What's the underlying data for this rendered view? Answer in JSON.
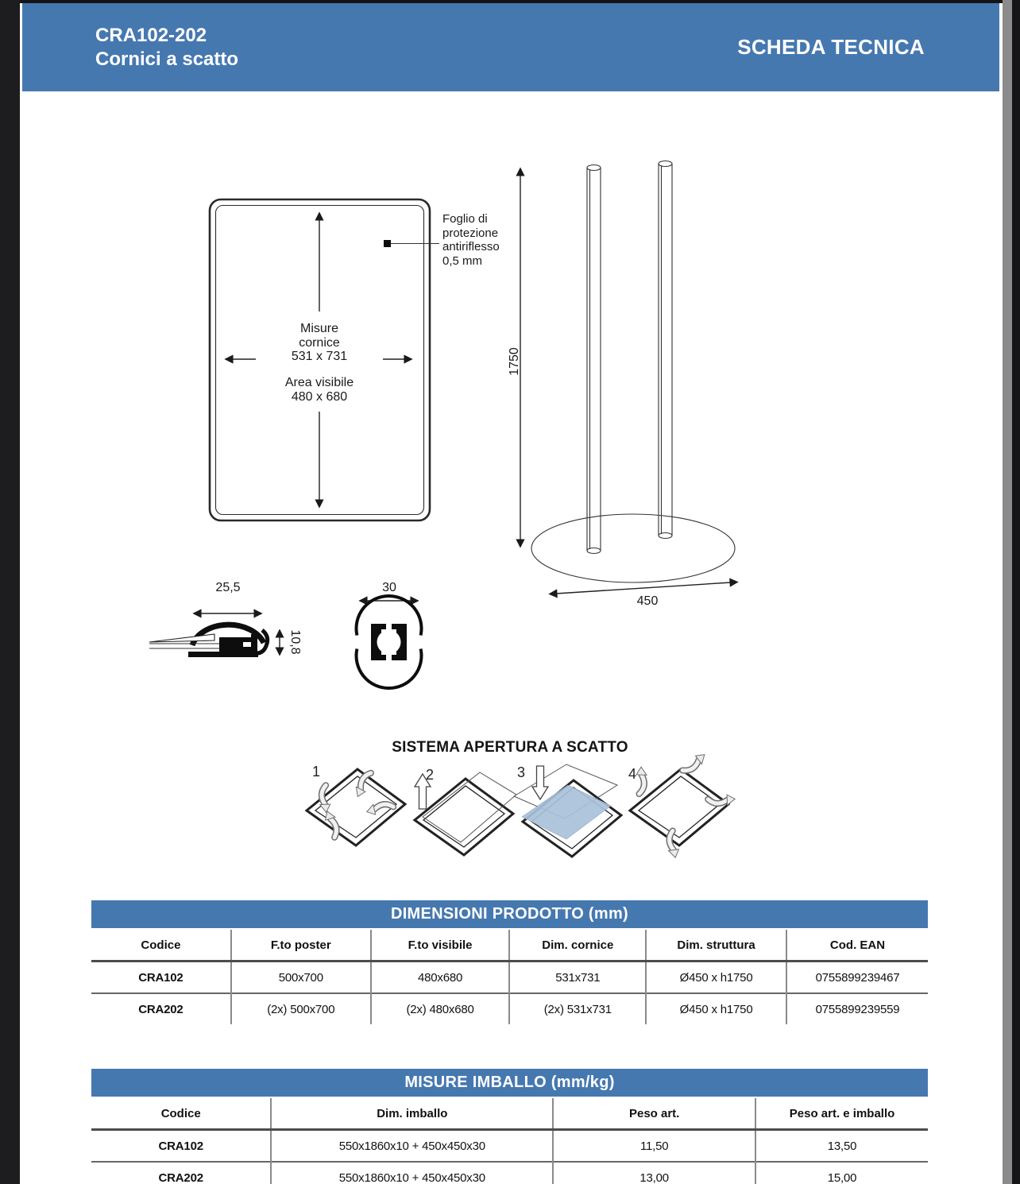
{
  "header": {
    "product_code": "CRA102-202",
    "product_name": "Cornici a scatto",
    "doc_title": "SCHEDA TECNICA"
  },
  "frame_diagram": {
    "protection_note": "Foglio di\nprotezione\nantiriflesso\n0,5 mm",
    "frame_size_label": "Misure\ncornice\n531 x 731",
    "visible_area_label": "Area visibile\n480 x 680"
  },
  "stand_diagram": {
    "height_mm": "1750",
    "base_diameter_mm": "450"
  },
  "profile_diagram": {
    "frame_width_mm": "25,5",
    "frame_depth_mm": "10,8",
    "pole_diameter_mm": "30"
  },
  "snap_system": {
    "title": "SISTEMA APERTURA A SCATTO",
    "step_numbers": [
      "1",
      "2",
      "3",
      "4"
    ]
  },
  "product_table": {
    "title": "DIMENSIONI PRODOTTO (mm)",
    "columns": [
      "Codice",
      "F.to poster",
      "F.to visibile",
      "Dim. cornice",
      "Dim. struttura",
      "Cod. EAN"
    ],
    "rows": [
      [
        "CRA102",
        "500x700",
        "480x680",
        "531x731",
        "Ø450 x h1750",
        "0755899239467"
      ],
      [
        "CRA202",
        "(2x) 500x700",
        "(2x) 480x680",
        "(2x) 531x731",
        "Ø450 x h1750",
        "0755899239559"
      ]
    ]
  },
  "packaging_table": {
    "title": "MISURE IMBALLO (mm/kg)",
    "columns": [
      "Codice",
      "Dim. imballo",
      "Peso art.",
      "Peso art. e imballo"
    ],
    "rows": [
      [
        "CRA102",
        "550x1860x10 + 450x450x30",
        "11,50",
        "13,50"
      ],
      [
        "CRA202",
        "550x1860x10 + 450x450x30",
        "13,00",
        "15,00"
      ]
    ]
  },
  "colors": {
    "accent_blue": "#4678b0",
    "poster_blue": "#a9c1da"
  }
}
